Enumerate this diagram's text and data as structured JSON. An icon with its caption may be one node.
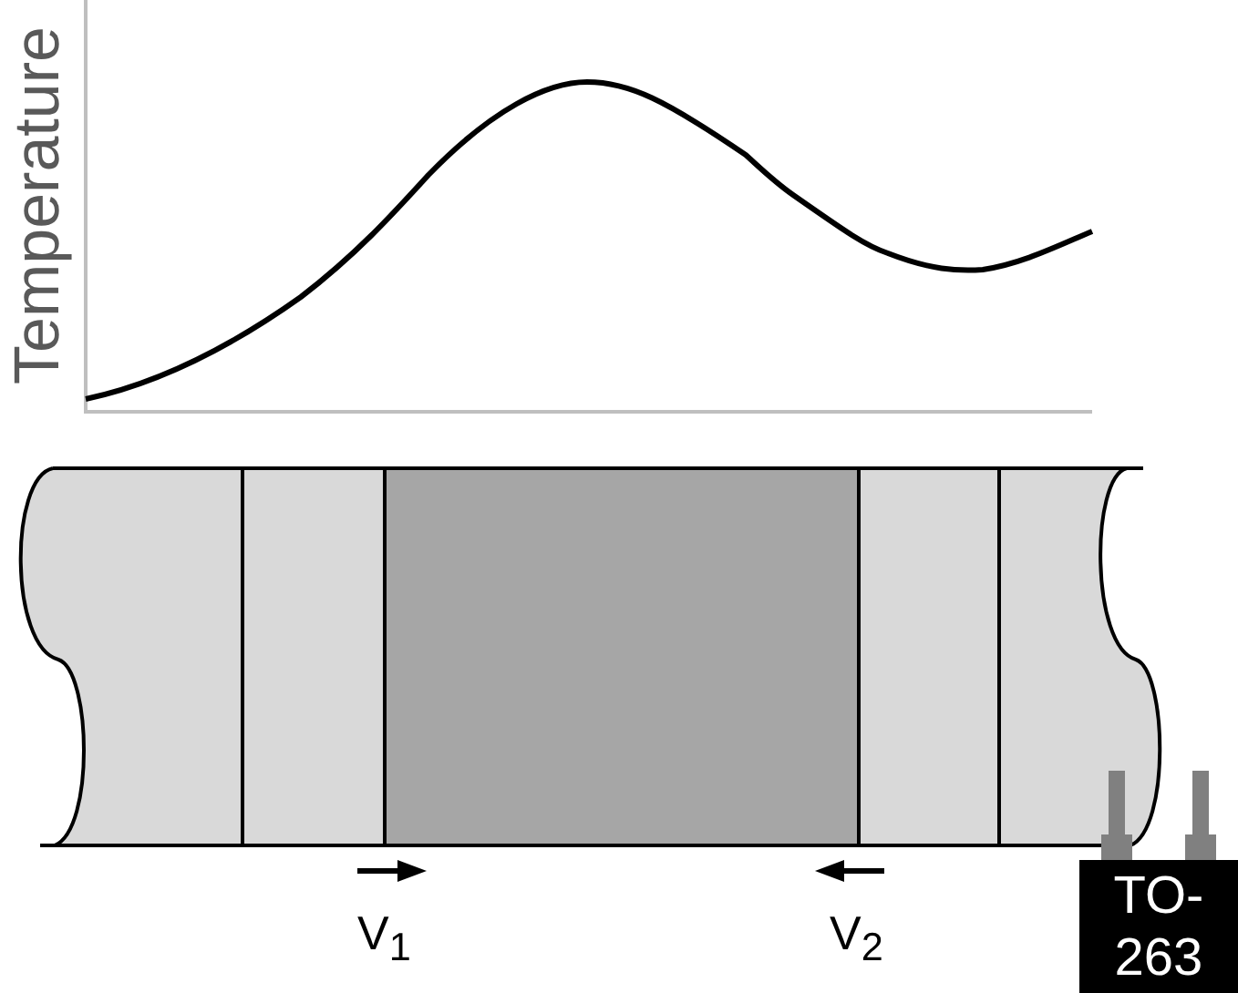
{
  "diagram": {
    "nodes": [
      {
        "text": [
          "TO- 263"
        ]
      }
    ],
    "labels": [
      "Temperature",
      "V$_{1}$",
      "V$_{2}$"
    ]
  }
}
